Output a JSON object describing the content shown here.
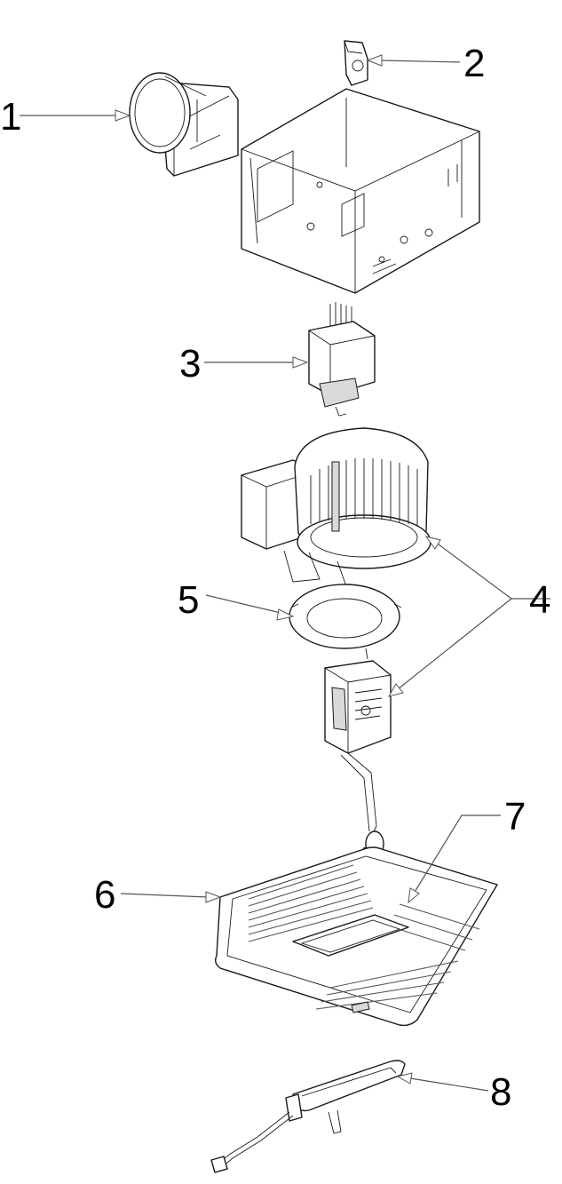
{
  "callouts": {
    "c1": "1",
    "c2": "2",
    "c3": "3",
    "c4": "4",
    "c5": "5",
    "c6": "6",
    "c7": "7",
    "c8": "8"
  },
  "colors": {
    "line": "#1a1a1a",
    "leader": "#555555",
    "background": "#ffffff"
  }
}
